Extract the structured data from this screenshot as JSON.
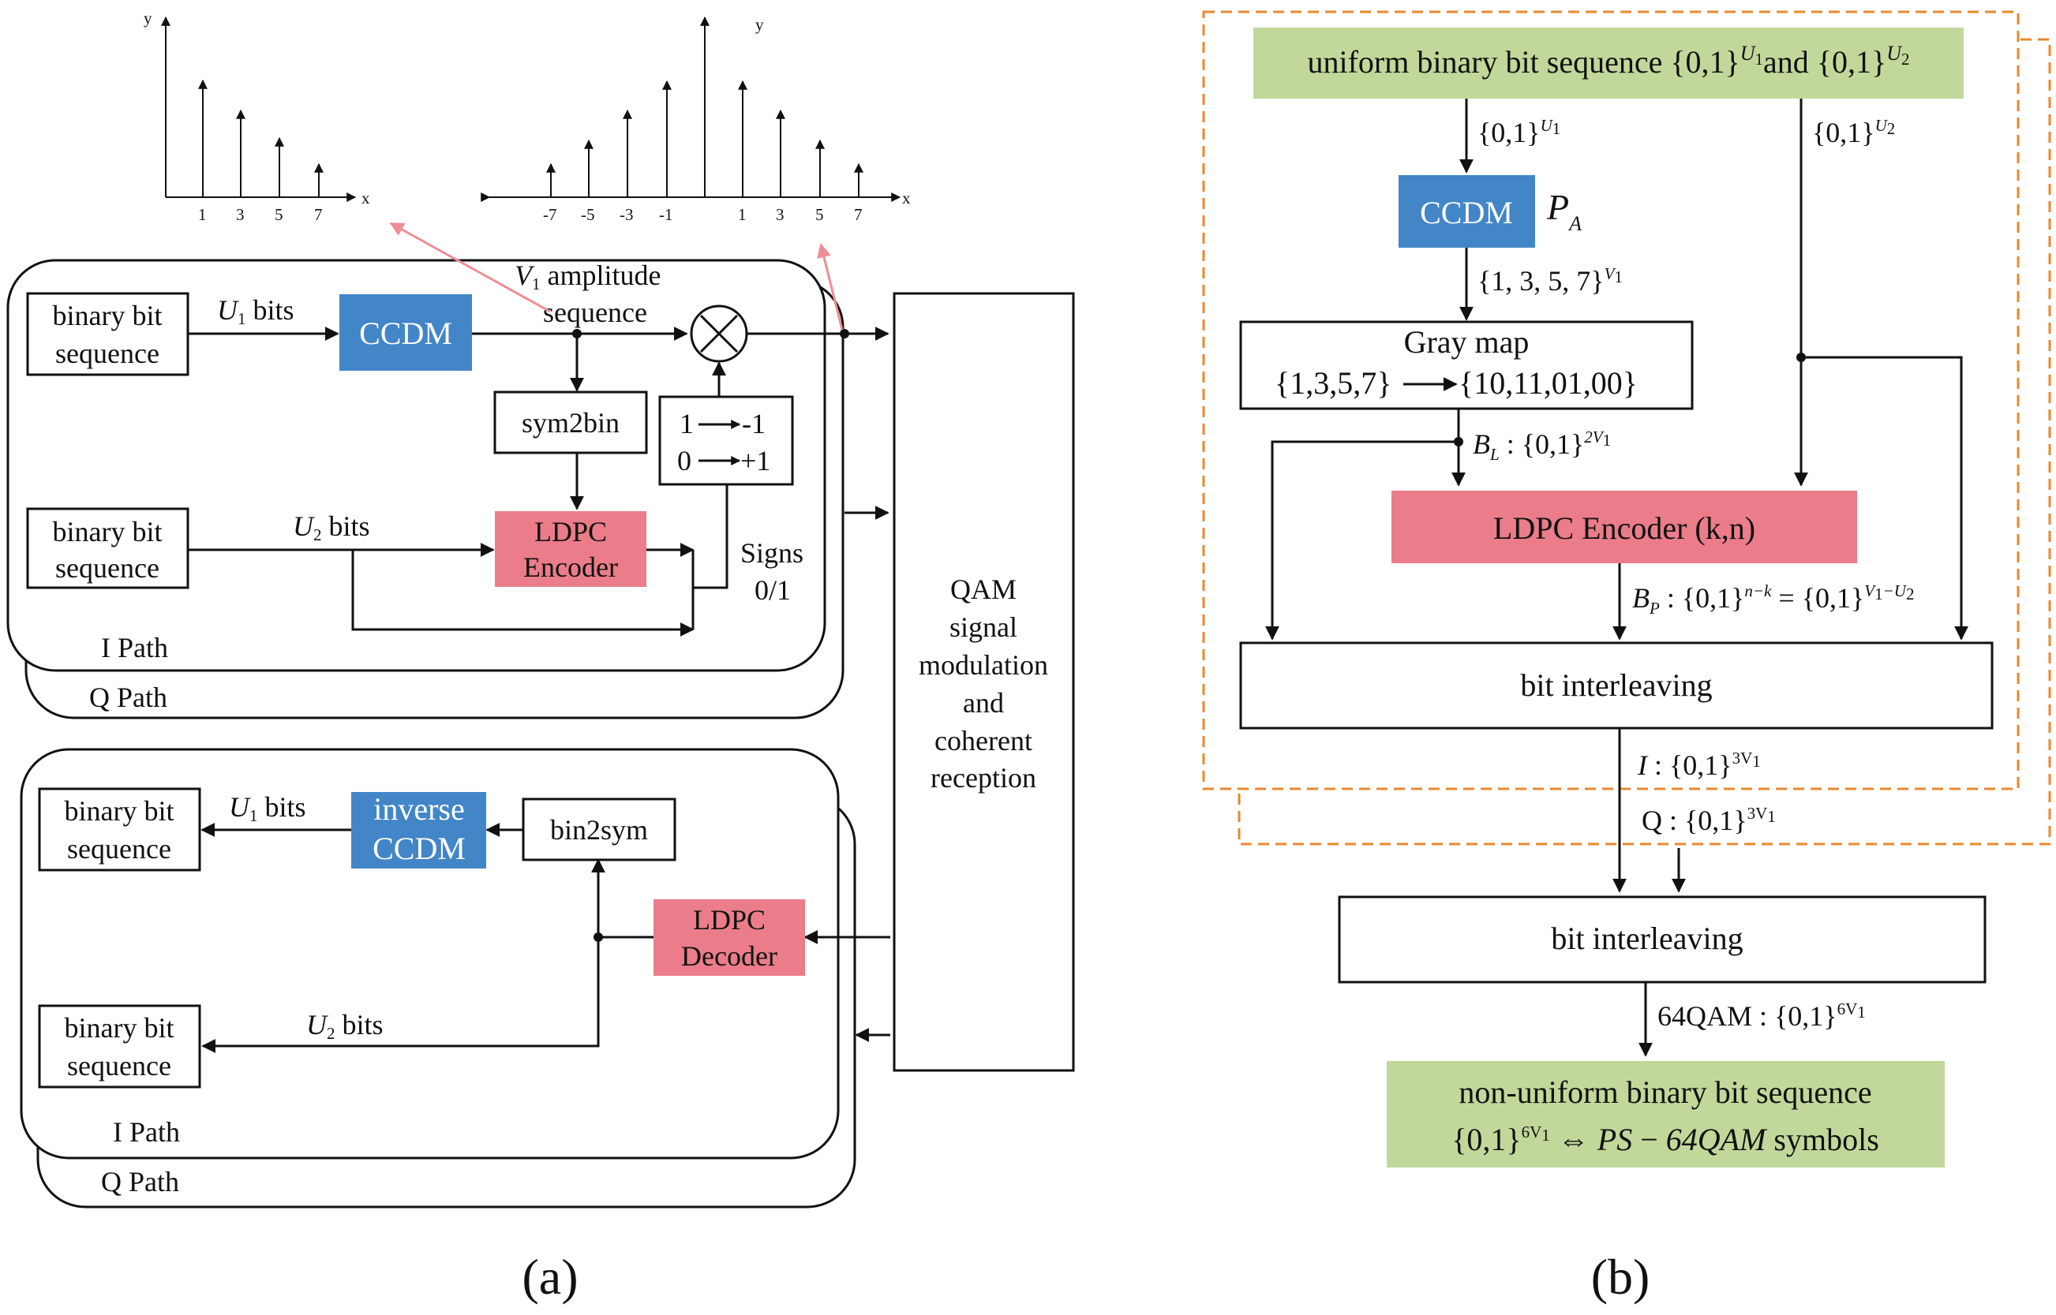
{
  "colors": {
    "ccdm": "#4286c8",
    "ldpc": "#eb7c8a",
    "green": "#c2d89a",
    "orange": "#e9892e",
    "pink_arrow": "#ee8d96"
  },
  "panel_a": {
    "label": "(a)",
    "top_chart": {
      "x_axis": "x",
      "y_axis": "y",
      "ticks": [
        "1",
        "3",
        "5",
        "7"
      ],
      "values": [
        1,
        3,
        5,
        7
      ]
    },
    "bottom_chart": {
      "x_axis": "x",
      "y_axis": "y",
      "ticks": [
        "-7",
        "-5",
        "-3",
        "-1",
        "1",
        "3",
        "5",
        "7"
      ]
    },
    "tx": {
      "src1_line1": "binary bit",
      "src1_line2": "sequence",
      "u1": "U",
      "u1_sub": "1",
      "u1_bits": " bits",
      "ccdm": "CCDM",
      "v1": "V",
      "v1_sub": "1",
      "amp_line1": " amplitude",
      "amp_line2": "sequence",
      "sym2bin": "sym2bin",
      "map1_from": "1",
      "map1_to": "-1",
      "map2_from": "0",
      "map2_to": "+1",
      "src2_line1": "binary bit",
      "src2_line2": "sequence",
      "u2": "U",
      "u2_sub": "2",
      "u2_bits": " bits",
      "ldpc_line1": "LDPC",
      "ldpc_line2": "Encoder",
      "signs_line1": "Signs",
      "signs_line2": "0/1",
      "i_path": "I Path",
      "q_path": "Q Path"
    },
    "qam": [
      "QAM",
      "signal",
      "modulation",
      "and",
      "coherent",
      "reception"
    ],
    "rx": {
      "dst1_line1": "binary bit",
      "dst1_line2": "sequence",
      "u1": "U",
      "u1_sub": "1",
      "u1_bits": " bits",
      "iccdm_line1": "inverse",
      "iccdm_line2": "CCDM",
      "bin2sym": "bin2sym",
      "ldpc_line1": "LDPC",
      "ldpc_line2": "Decoder",
      "dst2_line1": "binary bit",
      "dst2_line2": "sequence",
      "u2": "U",
      "u2_sub": "2",
      "u2_bits": " bits",
      "i_path": "I Path",
      "q_path": "Q Path"
    }
  },
  "panel_b": {
    "label": "(b)",
    "input": {
      "text1": "uniform binary bit sequence ",
      "set": "{0,1}",
      "u1": "U",
      "u1_sub": "1",
      "and": "and ",
      "u2": "U",
      "u2_sub": "2"
    },
    "lbl_left": {
      "set": "{0,1}",
      "sup": "U",
      "sub": "1"
    },
    "lbl_right": {
      "set": "{0,1}",
      "sup": "U",
      "sub": "2"
    },
    "ccdm": "CCDM",
    "pa": "P",
    "pa_sub": "A",
    "ccdm_out": {
      "set": "{1, 3, 5, 7}",
      "sup": "V",
      "sub": "1"
    },
    "gray_title": "Gray map",
    "gray_from": "{1,3,5,7}",
    "gray_to": "{10,11,01,00}",
    "bl": {
      "var": "B",
      "sub": "L",
      "set": " : {0,1}",
      "sup": "2V",
      "supsub": "1"
    },
    "ldpc": "LDPC Encoder (k,n)",
    "bp": {
      "var": "B",
      "sub": "P",
      "set": " : {0,1}",
      "sup": "n−k",
      "eq": " = {0,1}",
      "sup2": "V",
      "sup2sub": "1",
      "sup2rest": "−U",
      "sup2sub2": "2"
    },
    "interleave1": "bit interleaving",
    "i_lbl": {
      "var": "I",
      "set": " : {0,1}",
      "sup": "3V",
      "supsub": "1"
    },
    "q_lbl": {
      "var": "Q",
      "set": " : {0,1}",
      "sup": "3V",
      "supsub": "1"
    },
    "interleave2": "bit interleaving",
    "qam_lbl": {
      "var": "64QAM",
      "set": " : {0,1}",
      "sup": "6V",
      "supsub": "1"
    },
    "out_line1": "non-uniform binary bit sequence",
    "out_set": "{0,1}",
    "out_sup": "6V",
    "out_supsub": "1",
    "out_iff": " ⇔ ",
    "out_ps": "PS",
    "out_dash": " − ",
    "out_qam": "64QAM",
    "out_sym": " symbols"
  }
}
